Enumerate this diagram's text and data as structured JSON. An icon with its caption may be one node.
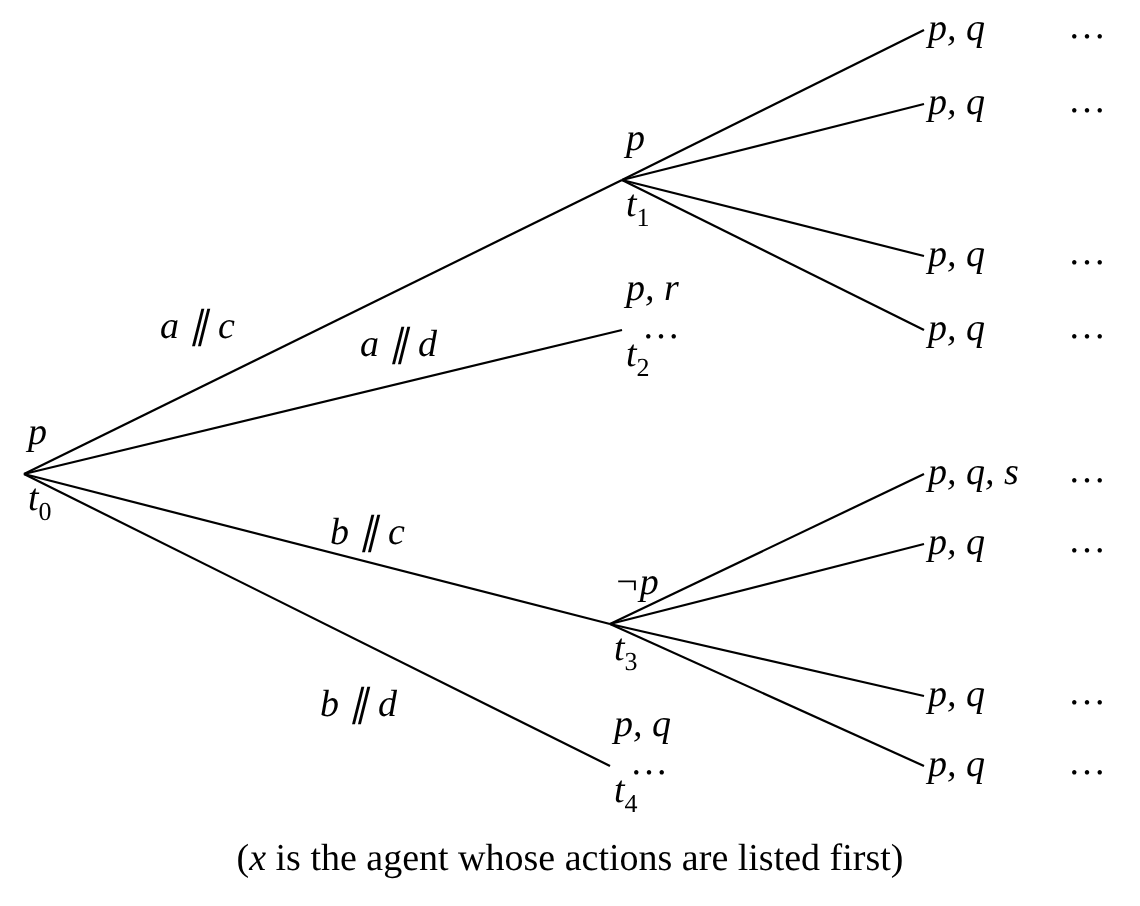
{
  "diagram": {
    "caption": "(*x* is the agent whose actions are listed first)",
    "nodes": [
      {
        "text": [
          "p",
          "t$_{0}$"
        ]
      },
      {
        "text": [
          "p",
          "t$_{1}$"
        ]
      },
      {
        "text": [
          "p, r",
          "t$_{2}$"
        ],
        "beside": [
          "…"
        ]
      },
      {
        "text": [
          "¬p",
          "t$_{3}$"
        ]
      },
      {
        "text": [
          "p, q",
          "t$_{4}$"
        ],
        "beside": [
          "…"
        ]
      },
      {
        "text": [
          "p, q"
        ],
        "beside": [
          "…"
        ]
      },
      {
        "text": [
          "p, q"
        ],
        "beside": [
          "…"
        ]
      },
      {
        "text": [
          "p, q"
        ],
        "beside": [
          "…"
        ]
      },
      {
        "text": [
          "p, q"
        ],
        "beside": [
          "…"
        ]
      },
      {
        "text": [
          "p, q, s"
        ],
        "beside": [
          "…"
        ]
      },
      {
        "text": [
          "p, q"
        ],
        "beside": [
          "…"
        ]
      },
      {
        "text": [
          "p, q"
        ],
        "beside": [
          "…"
        ]
      },
      {
        "text": [
          "p, q"
        ],
        "beside": [
          "…"
        ]
      }
    ],
    "edges": [
      {
        "from": 0,
        "to": 1,
        "arrow": "none",
        "label": "a ∥ c"
      },
      {
        "from": 0,
        "to": 2,
        "arrow": "none",
        "label": "a ∥ d"
      },
      {
        "from": 0,
        "to": 3,
        "arrow": "none",
        "label": "b ∥ c"
      },
      {
        "from": 0,
        "to": 4,
        "arrow": "none",
        "label": "b ∥ d"
      },
      {
        "from": 1,
        "to": 5,
        "arrow": "none"
      },
      {
        "from": 1,
        "to": 6,
        "arrow": "none"
      },
      {
        "from": 1,
        "to": 7,
        "arrow": "none"
      },
      {
        "from": 1,
        "to": 8,
        "arrow": "none"
      },
      {
        "from": 3,
        "to": 9,
        "arrow": "none"
      },
      {
        "from": 3,
        "to": 10,
        "arrow": "none"
      },
      {
        "from": 3,
        "to": 11,
        "arrow": "none"
      },
      {
        "from": 3,
        "to": 12,
        "arrow": "none"
      }
    ]
  }
}
